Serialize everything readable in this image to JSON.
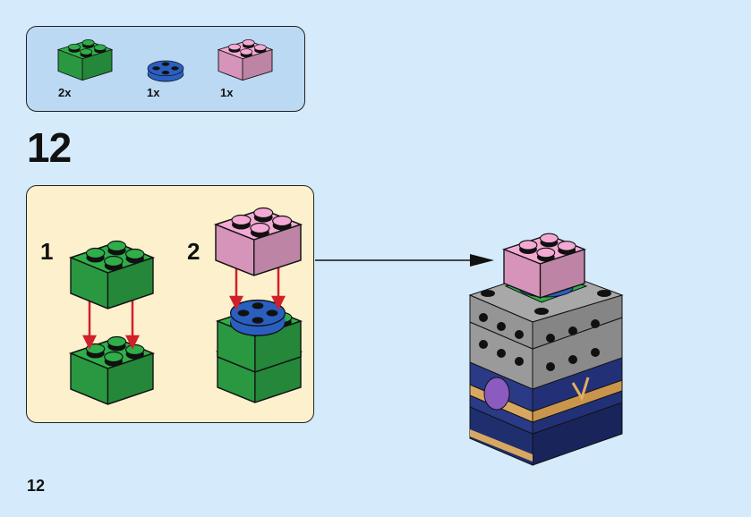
{
  "parts": [
    {
      "qty": "2x",
      "color": "#2fae4a",
      "shape": "brick-2x2"
    },
    {
      "qty": "1x",
      "color": "#2a5fc0",
      "shape": "round-plate-2x2"
    },
    {
      "qty": "1x",
      "color": "#f4a9d4",
      "shape": "brick-2x2"
    }
  ],
  "step": {
    "number": "12",
    "substeps": [
      {
        "label": "1"
      },
      {
        "label": "2"
      }
    ]
  },
  "page_number": "12",
  "colors": {
    "background": "#d5ebfb",
    "parts_box": "#bcd9f3",
    "step_box": "#fdf0cc",
    "arrow": "#d0202a"
  }
}
